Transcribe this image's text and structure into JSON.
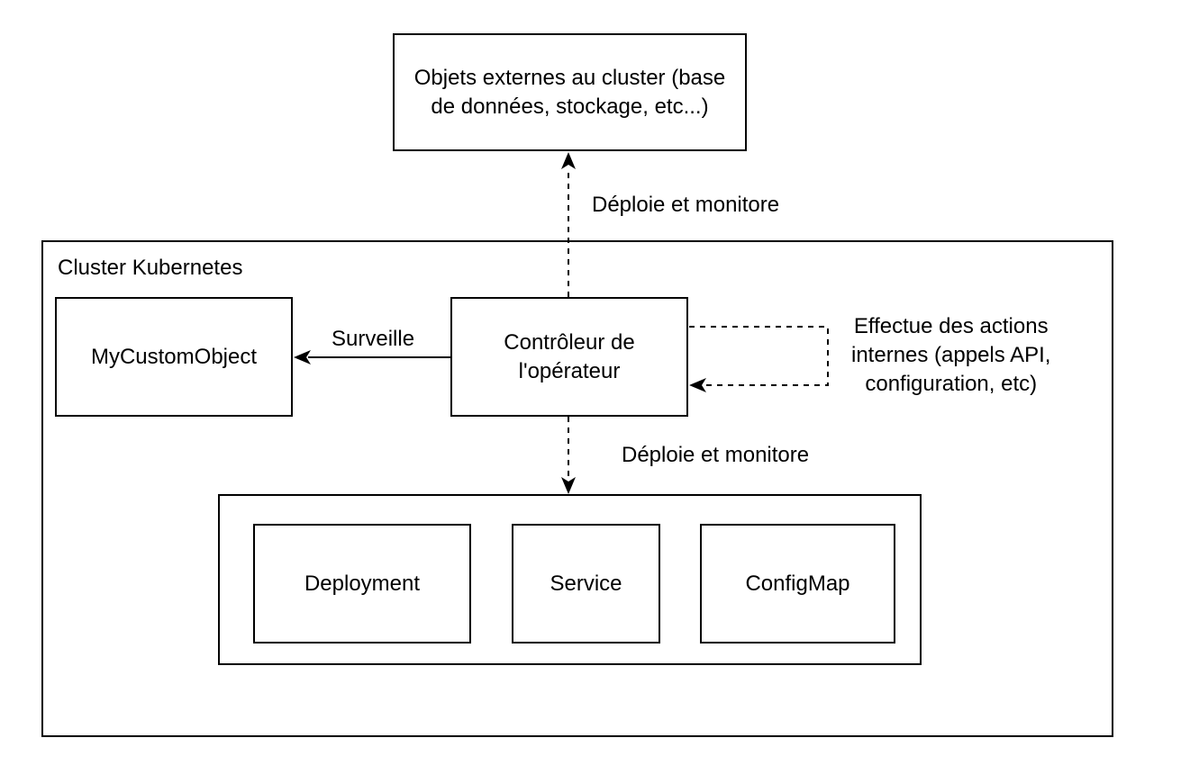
{
  "external": {
    "text": "Objets externes au cluster (base\nde données, stockage, etc...)"
  },
  "cluster": {
    "title": "Cluster Kubernetes",
    "custom_object": "MyCustomObject",
    "controller": "Contrôleur de\nl'opérateur",
    "resources": {
      "deployment": "Deployment",
      "service": "Service",
      "configmap": "ConfigMap"
    }
  },
  "edges": {
    "deploy_external": "Déploie et monitore",
    "watch": "Surveille",
    "internal_actions": "Effectue des actions\ninternes (appels API,\nconfiguration, etc)",
    "deploy_internal": "Déploie et monitore"
  }
}
